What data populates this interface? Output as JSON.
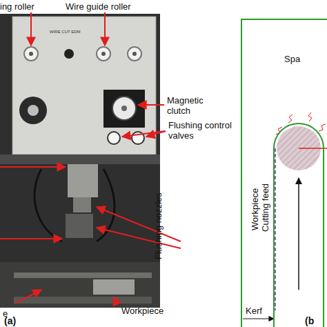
{
  "diagram": {
    "nodes": [
      {
        "text": [
          "Workpiece"
        ]
      }
    ],
    "labels": [
      "ing roller",
      "Wire guide roller",
      "WIRE CUT EDM",
      "Magnetic clutch",
      "Flushing control valves",
      "Flushing nozzles",
      "e",
      "Workpiece",
      "(a)",
      "Spa",
      "Cutting feed",
      "Kerf",
      "(b"
    ]
  }
}
